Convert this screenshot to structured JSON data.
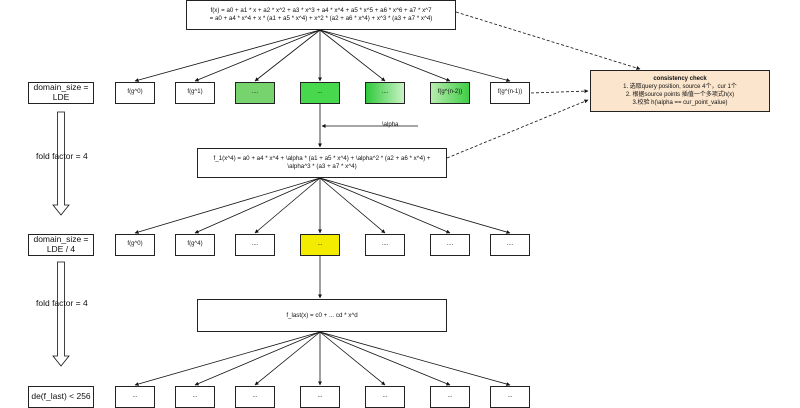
{
  "top_poly": {
    "line1": "f(x) = a0 + a1 * x + a2 * x^2 + a3 * x^3 + a4 * x^4 + a5 * x^5 + a6 * x^6 + a7 * x^7",
    "line2": "= a0 + a4 * x^4 + x * (a1 + a5 * x^4) + x^2 * (a2 + a6 * x^4) + x^3 * (a3 + a7 * x^4)"
  },
  "row1": {
    "label_line1": "domain_size =",
    "label_line2": "LDE",
    "cells": [
      "f(g^0)",
      "f(g^1)",
      "....",
      "...",
      "....",
      "f(g^(n-2))",
      "f(g^(n-1))"
    ]
  },
  "fold1": "fold factor = 4",
  "alpha_label": "\\alpha",
  "mid_poly": {
    "line1": "f_1(x^4) = a0 + a4 * x^4 + \\alpha * (a1 + a5 * x^4) + \\alpha^2 * (a2 + a6 * x^4) +",
    "line2": "\\alpha^3 * (a3 + a7 * x^4)"
  },
  "row2": {
    "label_line1": "domain_size =",
    "label_line2": "LDE / 4",
    "cells": [
      "f(g^0)",
      "f(g^4)",
      "....",
      "...",
      "....",
      "....",
      "...."
    ]
  },
  "fold2": "fold factor = 4",
  "last_poly": "f_last(x) = c0 + ... cd * x^d",
  "row3": {
    "label": "de(f_last) < 256",
    "cells": [
      "...",
      "...",
      "...",
      "...",
      "...",
      "...",
      "..."
    ]
  },
  "consistency": {
    "title": "consistency check",
    "line1": "1. 选取query position, source 4个，cur 1个",
    "line2": "2. 根据source points 插值一个多项式h(x)",
    "line3": "3.校验 h(\\alpha == cur_point_value)"
  },
  "colors": {
    "green_dark": "#77d36d",
    "green_bright": "#48d84e",
    "yellow": "#f4ec00",
    "consistency_bg": "#fbe5cd"
  }
}
